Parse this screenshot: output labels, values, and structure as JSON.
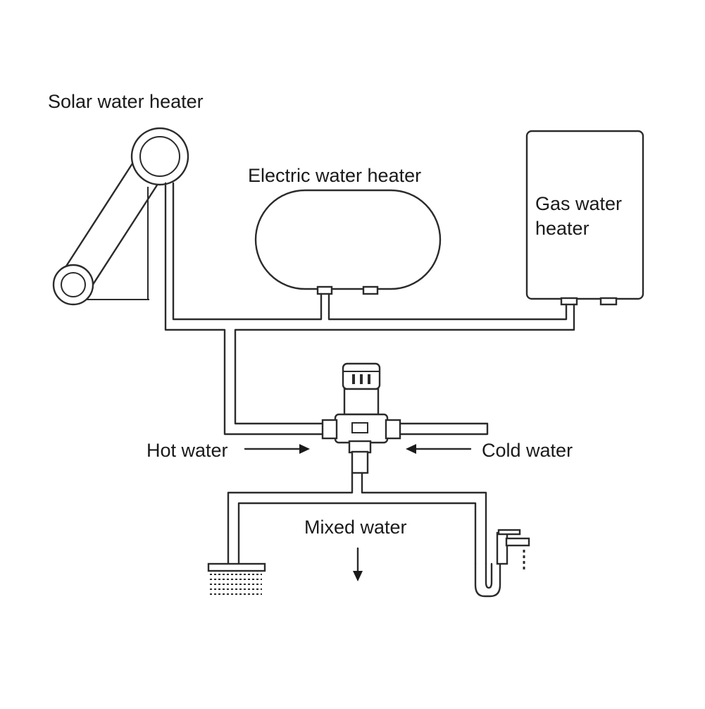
{
  "labels": {
    "solar": "Solar water heater",
    "electric": "Electric water heater",
    "gas_line1": "Gas water",
    "gas_line2": "heater",
    "hot": "Hot water",
    "cold": "Cold water",
    "mixed": "Mixed water"
  },
  "colors": {
    "line": "#2b2b2b",
    "background": "#ffffff"
  }
}
